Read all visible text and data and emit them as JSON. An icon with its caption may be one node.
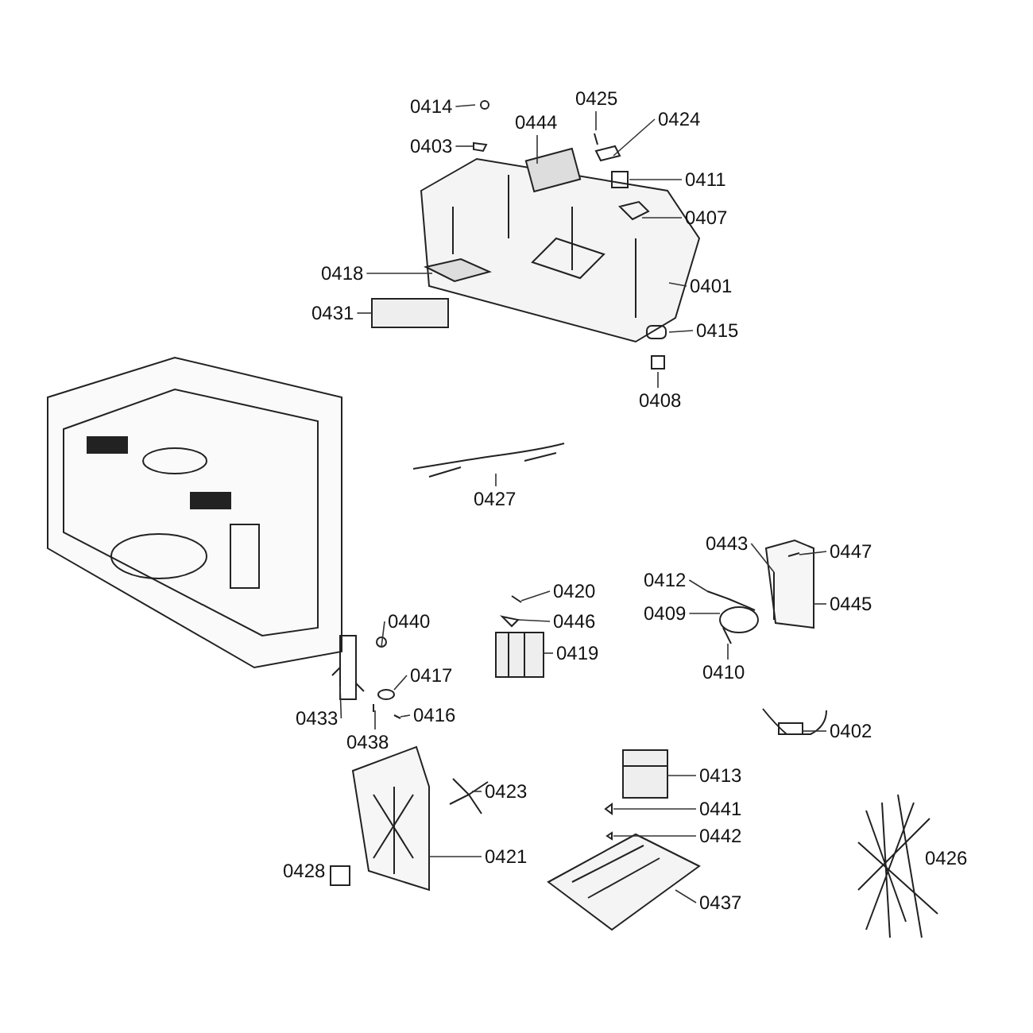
{
  "diagram": {
    "nodes": [
      {
        "text": [
          "0414"
        ]
      },
      {
        "text": [
          "0425"
        ]
      },
      {
        "text": [
          "0424"
        ]
      },
      {
        "text": [
          "0444"
        ]
      },
      {
        "text": [
          "0403"
        ]
      },
      {
        "text": [
          "0411"
        ]
      },
      {
        "text": [
          "0407"
        ]
      },
      {
        "text": [
          "0418"
        ]
      },
      {
        "text": [
          "0401"
        ]
      },
      {
        "text": [
          "0431"
        ]
      },
      {
        "text": [
          "0415"
        ]
      },
      {
        "text": [
          "0408"
        ]
      },
      {
        "text": [
          "0427"
        ]
      },
      {
        "text": [
          "0443"
        ]
      },
      {
        "text": [
          "0447"
        ]
      },
      {
        "text": [
          "0412"
        ]
      },
      {
        "text": [
          "0420"
        ]
      },
      {
        "text": [
          "0445"
        ]
      },
      {
        "text": [
          "0409"
        ]
      },
      {
        "text": [
          "0440"
        ]
      },
      {
        "text": [
          "0446"
        ]
      },
      {
        "text": [
          "0419"
        ]
      },
      {
        "text": [
          "0410"
        ]
      },
      {
        "text": [
          "0417"
        ]
      },
      {
        "text": [
          "0433"
        ]
      },
      {
        "text": [
          "0416"
        ]
      },
      {
        "text": [
          "0402"
        ]
      },
      {
        "text": [
          "0438"
        ]
      },
      {
        "text": [
          "0413"
        ]
      },
      {
        "text": [
          "0423"
        ]
      },
      {
        "text": [
          "0441"
        ]
      },
      {
        "text": [
          "0442"
        ]
      },
      {
        "text": [
          "0421"
        ]
      },
      {
        "text": [
          "0437"
        ]
      }
    ],
    "edges": [
      {
        "from": 0,
        "to": null,
        "arrow": "none"
      },
      {
        "from": 1,
        "to": null,
        "arrow": "none"
      },
      {
        "from": 2,
        "to": null,
        "arrow": "none"
      },
      {
        "from": 3,
        "to": null,
        "arrow": "none"
      },
      {
        "from": 4,
        "to": null,
        "arrow": "none"
      },
      {
        "from": 5,
        "to": null,
        "arrow": "none"
      },
      {
        "from": 6,
        "to": null,
        "arrow": "none"
      },
      {
        "from": 7,
        "to": null,
        "arrow": "none"
      },
      {
        "from": 8,
        "to": null,
        "arrow": "none"
      },
      {
        "from": 9,
        "to": null,
        "arrow": "none"
      },
      {
        "from": 10,
        "to": null,
        "arrow": "none"
      },
      {
        "from": 11,
        "to": null,
        "arrow": "none"
      },
      {
        "from": 12,
        "to": null,
        "arrow": "none"
      },
      {
        "from": 13,
        "to": null,
        "arrow": "none"
      },
      {
        "from": 14,
        "to": null,
        "arrow": "none"
      },
      {
        "from": 15,
        "to": null,
        "arrow": "none"
      },
      {
        "from": 16,
        "to": null,
        "arrow": "none"
      },
      {
        "from": 17,
        "to": null,
        "arrow": "none"
      },
      {
        "from": 18,
        "to": null,
        "arrow": "none"
      },
      {
        "from": 19,
        "to": null,
        "arrow": "none"
      },
      {
        "from": 20,
        "to": null,
        "arrow": "none"
      },
      {
        "from": 21,
        "to": null,
        "arrow": "none"
      },
      {
        "from": 22,
        "to": null,
        "arrow": "none"
      },
      {
        "from": 23,
        "to": null,
        "arrow": "none"
      },
      {
        "from": 24,
        "to": null,
        "arrow": "none"
      },
      {
        "from": 25,
        "to": null,
        "arrow": "none"
      },
      {
        "from": 26,
        "to": null,
        "arrow": "none"
      },
      {
        "from": 27,
        "to": null,
        "arrow": "none"
      },
      {
        "from": 28,
        "to": null,
        "arrow": "none"
      },
      {
        "from": 29,
        "to": null,
        "arrow": "none"
      },
      {
        "from": 30,
        "to": null,
        "arrow": "none"
      },
      {
        "from": 31,
        "to": null,
        "arrow": "none"
      },
      {
        "from": 32,
        "to": null,
        "arrow": "none"
      },
      {
        "from": 33,
        "to": null,
        "arrow": "none"
      }
    ],
    "labels": [
      "0428",
      "0426"
    ]
  }
}
